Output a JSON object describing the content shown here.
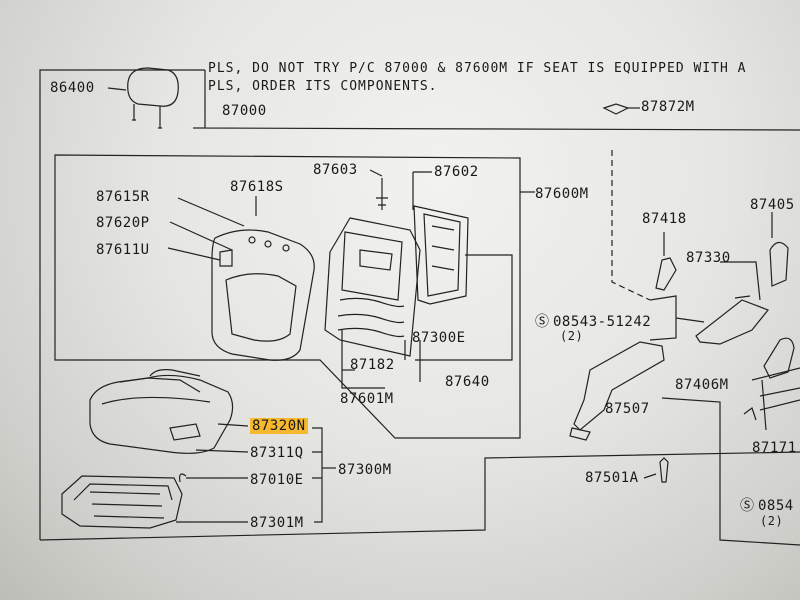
{
  "notes": {
    "line1": "PLS, DO NOT TRY P/C  87000 &  87600M IF SEAT IS EQUIPPED WITH A",
    "line2": "PLS, ORDER ITS COMPONENTS."
  },
  "parts": {
    "p86400": "86400",
    "p87000": "87000",
    "p87872M": "87872M",
    "p87615R": "87615R",
    "p87618S": "87618S",
    "p87603": "87603",
    "p87602": "87602",
    "p87600M": "87600M",
    "p87620P": "87620P",
    "p87611U": "87611U",
    "p87300E": "87300E",
    "p87182": "87182",
    "p87640": "87640",
    "p87601M": "87601M",
    "p87320N": "87320N",
    "p87311Q": "87311Q",
    "p87010E": "87010E",
    "p87300M": "87300M",
    "p87301M": "87301M",
    "p87418": "87418",
    "p87405": "87405",
    "p87330": "87330",
    "p08543_51242": "08543-51242",
    "qty2a": "(2)",
    "p87507": "87507",
    "p87406M": "87406M",
    "p87171": "87171",
    "p87501A": "87501A",
    "p0854": "0854",
    "qty2b": "(2)"
  },
  "highlight_color": "#f5b82e"
}
